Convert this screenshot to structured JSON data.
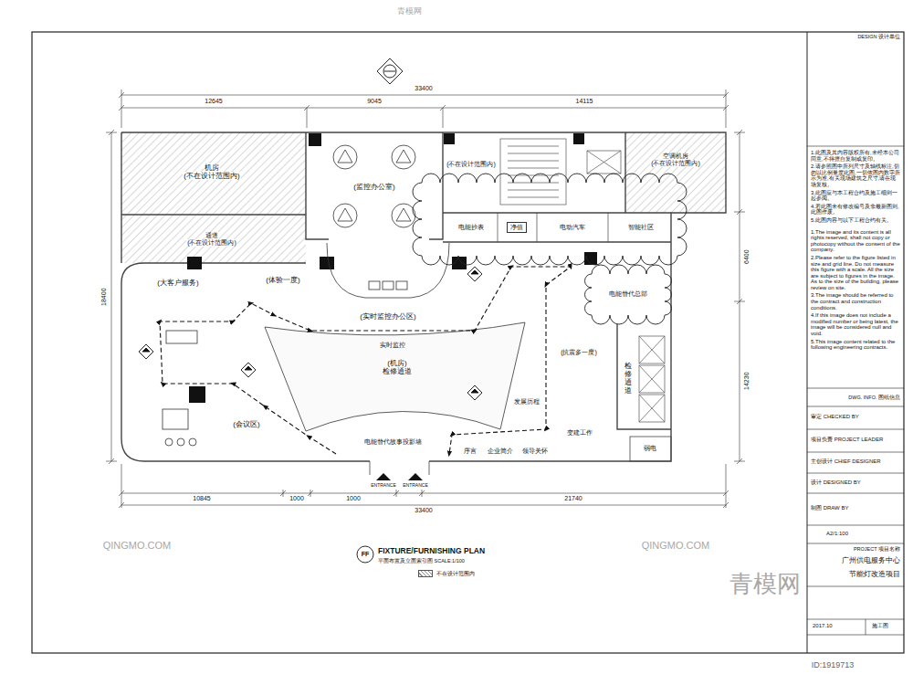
{
  "diagram": {
    "title": "FIXTURE/FURNISHING PLAN",
    "caption": "平面布置及立面索引图  SCALE:1/100",
    "nodes": [
      {
        "text": [
          "机房",
          "(不在设计范围内)"
        ]
      },
      {
        "text": [
          "(监控办公室)"
        ]
      },
      {
        "text": [
          "(不在设计范围内)"
        ]
      },
      {
        "text": [
          "空调机房",
          "(不在设计范围内)"
        ]
      },
      {
        "text": [
          "通道",
          "(不在设计范围内)"
        ]
      },
      {
        "text": [
          "电能抄表"
        ]
      },
      {
        "text": [
          "净值"
        ]
      },
      {
        "text": [
          "电动汽车"
        ]
      },
      {
        "text": [
          "智能社区"
        ]
      },
      {
        "text": [
          "(大客户服务)"
        ]
      },
      {
        "text": [
          "(体验一度)"
        ]
      },
      {
        "text": [
          "(实时监控办公区)"
        ]
      },
      {
        "text": [
          "电能替代总部"
        ]
      },
      {
        "text": [
          "(机房)",
          "检修通道"
        ]
      },
      {
        "text": [
          "(抗震多一度)"
        ]
      },
      {
        "text": [
          "检修通道"
        ]
      },
      {
        "text": [
          "(会议区)"
        ]
      },
      {
        "text": [
          "发展历程"
        ]
      },
      {
        "text": [
          "变建工作"
        ]
      },
      {
        "text": [
          "电能替代故事投影墙"
        ]
      },
      {
        "text": [
          "序言"
        ]
      },
      {
        "text": [
          "企业简介"
        ]
      },
      {
        "text": [
          "领导关怀"
        ]
      },
      {
        "text": [
          "弱电"
        ]
      }
    ],
    "labels": [
      "33400",
      "12645",
      "9045",
      "14115",
      "10845",
      "1000",
      "1000",
      "21740",
      "33400",
      "18400",
      "6400",
      "14230",
      "实时监控",
      "ENTRANCE",
      "ENTRANCE",
      "FF",
      "DESIGN 设计单位",
      "1.此图及其内容版权所有,未经本公司同意,不得擅自复制或复印。",
      "2.请参照图中所列尺寸及轴线标注,切勿以比例量度此图,一切依图内数字所示为准,有关现场建筑之尺寸,请在现场复核。",
      "3.此图应与本工程合约及施工细则一起参阅。",
      "4.若此图未有修改编号及非最新图则,此图作废。",
      "5.此图内容与以下工程合约有关。",
      "1.The image and its content is all rights reserved, shall not copy or photocopy without the consent of the company.",
      "2.Please refer to the figure listed in size and grid line. Do not measure this figure with a scale. All the size are subject to figures in the image. As to the size of the building, please review on site.",
      "3.The image should be referred to the contract and construction conditions.",
      "4.If this image does not include a modified number or being latest, the image will be considered null and void.",
      "5.This image content related to the following engineering contracts.",
      "审定 CHECKED BY",
      "项目负责 PROJECT LEADER",
      "主创设计 CHIEF DESIGNER",
      "设计 DESIGNED BY",
      "制图 DRAW BY",
      "A2/1:100",
      "PROJECT 项目名称",
      "广州供电服务中心",
      "节能灯改造项目",
      "DWG. INFO. 图纸信息",
      "2017.10",
      "施工图",
      "青模网",
      "QINGMO.COM",
      "QINGMO.COM",
      "青模网",
      "ID:1919713"
    ],
    "legend": [
      {
        "text": "不在设计范围内"
      }
    ]
  }
}
